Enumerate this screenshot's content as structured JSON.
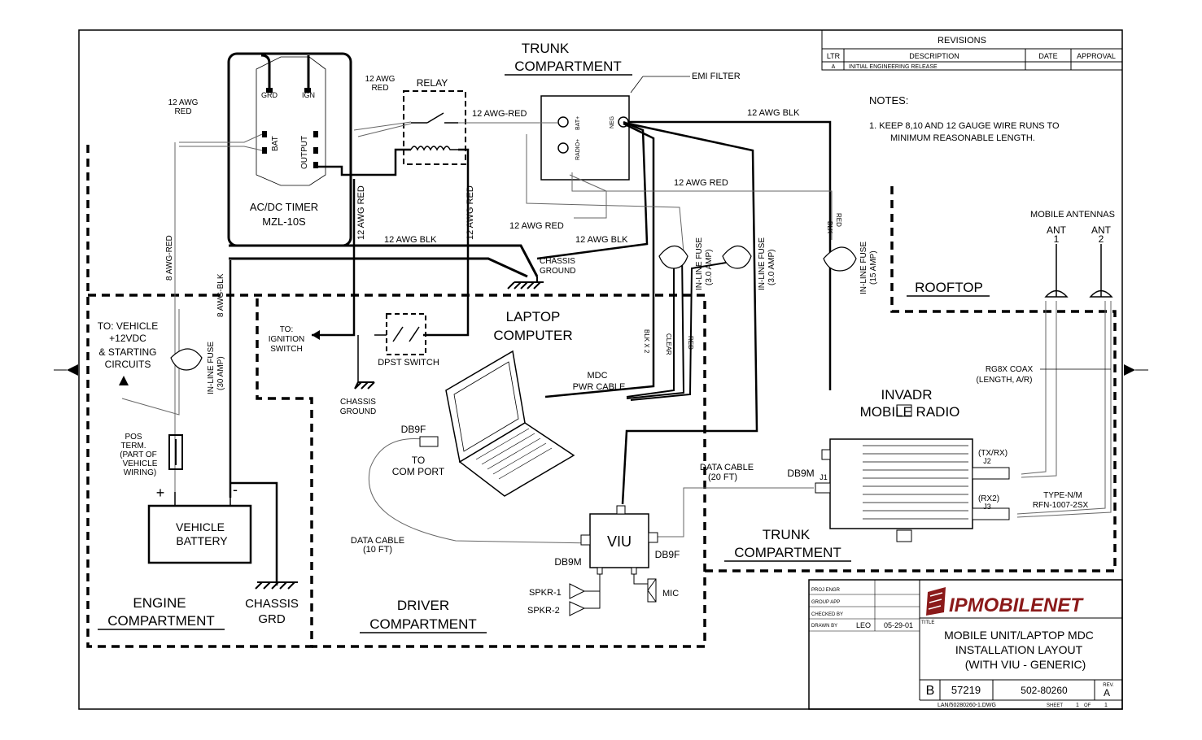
{
  "revisions": {
    "title": "REVISIONS",
    "col_ltr": "LTR",
    "col_description": "DESCRIPTION",
    "col_date": "DATE",
    "col_approval": "APPROVAL",
    "row_ltr": "A",
    "row_description": "INITIAL ENGINEERING RELEASE"
  },
  "notes": {
    "title": "NOTES:",
    "line1": "1.  KEEP 8,10 AND 12 GAUGE WIRE RUNS TO",
    "line2": "MINIMUM REASONABLE LENGTH."
  },
  "compartments": {
    "trunk_top_1": "TRUNK",
    "trunk_top_2": "COMPARTMENT",
    "trunk_bottom_1": "TRUNK",
    "trunk_bottom_2": "COMPARTMENT",
    "engine_1": "ENGINE",
    "engine_2": "COMPARTMENT",
    "driver_1": "DRIVER",
    "driver_2": "COMPARTMENT",
    "rooftop": "ROOFTOP"
  },
  "components": {
    "timer_1": "AC/DC TIMER",
    "timer_2": "MZL-10S",
    "timer_grd": "GRD",
    "timer_ign": "IGN",
    "timer_bat": "BAT",
    "timer_output": "OUTPUT",
    "relay": "RELAY",
    "emi_filter": "EMI FILTER",
    "emi_bat": "BAT+",
    "emi_neg": "NEG",
    "emi_radio": "RADIO+",
    "laptop_1": "LAPTOP",
    "laptop_2": "COMPUTER",
    "dpst": "DPST SWITCH",
    "viu": "VIU",
    "battery_1": "VEHICLE",
    "battery_2": "BATTERY",
    "radio_1": "INVADR",
    "radio_2": "MOBILE RADIO",
    "antennas": "MOBILE ANTENNAS",
    "ant1": "ANT",
    "ant1_n": "1",
    "ant2": "ANT",
    "ant2_n": "2",
    "chassis_grd_1": "CHASSIS",
    "chassis_grd_2": "GRD",
    "pos_1": "POS",
    "pos_2": "TERM.",
    "pos_3": "(PART OF",
    "pos_4": "VEHICLE",
    "pos_5": "WIRING)",
    "plus": "+",
    "minus": "-",
    "spkr1": "SPKR-1",
    "spkr2": "SPKR-2",
    "mic": "MIC"
  },
  "wires": {
    "w12_red_a": "12 AWG",
    "w12_red_b": "RED",
    "w12_red_relay_a": "12 AWG",
    "w12_red_relay_b": "RED",
    "w12_red_right": "12 AWG-RED",
    "w12_blk_top": "12 AWG BLK",
    "w12_red_mid": "12 AWG RED",
    "w12_red_low": "12 AWG RED",
    "w12_blk_left": "12 AWG BLK",
    "w12_blk_right": "12 AWG BLK",
    "w12_red_vert1": "12 AWG RED",
    "w12_red_vert2": "12 AWG RED",
    "w8_red": "8 AWG-RED",
    "w8_blk": "8 AWG-BLK",
    "chassis_ground_1": "CHASSIS",
    "chassis_ground_2": "GROUND",
    "chassis_ground_b1": "CHASSIS",
    "chassis_ground_b2": "GROUND",
    "to_ign_1": "TO:",
    "to_ign_2": "IGNITION",
    "to_ign_3": "SWITCH",
    "to_vehicle_1": "TO: VEHICLE",
    "to_vehicle_2": "+12VDC",
    "to_vehicle_3": "& STARTING",
    "to_vehicle_4": "CIRCUITS",
    "fuse_30_1": "IN-LINE FUSE",
    "fuse_30_2": "(30 AMP)",
    "fuse_3a_1": "IN-LINE FUSE",
    "fuse_3a_2": "(3.0 AMP)",
    "fuse_3b_1": "IN-LINE FUSE",
    "fuse_3b_2": "(3.0 AMP)",
    "fuse_15_1": "IN-LINE FUSE",
    "fuse_15_2": "(15 AMP)",
    "blk": "BLK",
    "red": "RED",
    "blk_x2": "BLK X 2",
    "clear": "CLEAR",
    "red2": "RED",
    "mdc_1": "MDC",
    "mdc_2": "PWR CABLE",
    "db9f_top": "DB9F",
    "to_com_1": "TO",
    "to_com_2": "COM PORT",
    "data10_1": "DATA CABLE",
    "data10_2": "(10 FT)",
    "data20_1": "DATA CABLE",
    "data20_2": "(20 FT)",
    "db9m_left": "DB9M",
    "db9f_right": "DB9F",
    "db9m_right": "DB9M",
    "j1": "J1",
    "txrx": "(TX/RX)",
    "j2": "J2",
    "rx2": "(RX2)",
    "j3": "J3",
    "coax_1": "RG8X COAX",
    "coax_2": "(LENGTH, A/R)",
    "type_1": "TYPE-N/M",
    "type_2": "RFN-1007-2SX"
  },
  "title_block": {
    "proj_engr": "PROJ ENGR",
    "group_app": "GROUP APP",
    "checked_by": "CHECKED BY",
    "drawn_by": "DRAWN BY",
    "drawn_name": "LEO",
    "drawn_date": "05-29-01",
    "logo": "IPMOBILENET",
    "title_label": "TITLE",
    "title_1": "MOBILE UNIT/LAPTOP MDC",
    "title_2": "INSTALLATION LAYOUT",
    "title_3": "(WITH VIU - GENERIC)",
    "size": "B",
    "code": "57219",
    "dwg_no": "502-80260",
    "rev_label": "REV.",
    "rev": "A",
    "file": "LAN/50280260-1.DWG",
    "sheet_label": "SHEET",
    "sheet": "1",
    "of_label": "OF",
    "of": "1"
  }
}
